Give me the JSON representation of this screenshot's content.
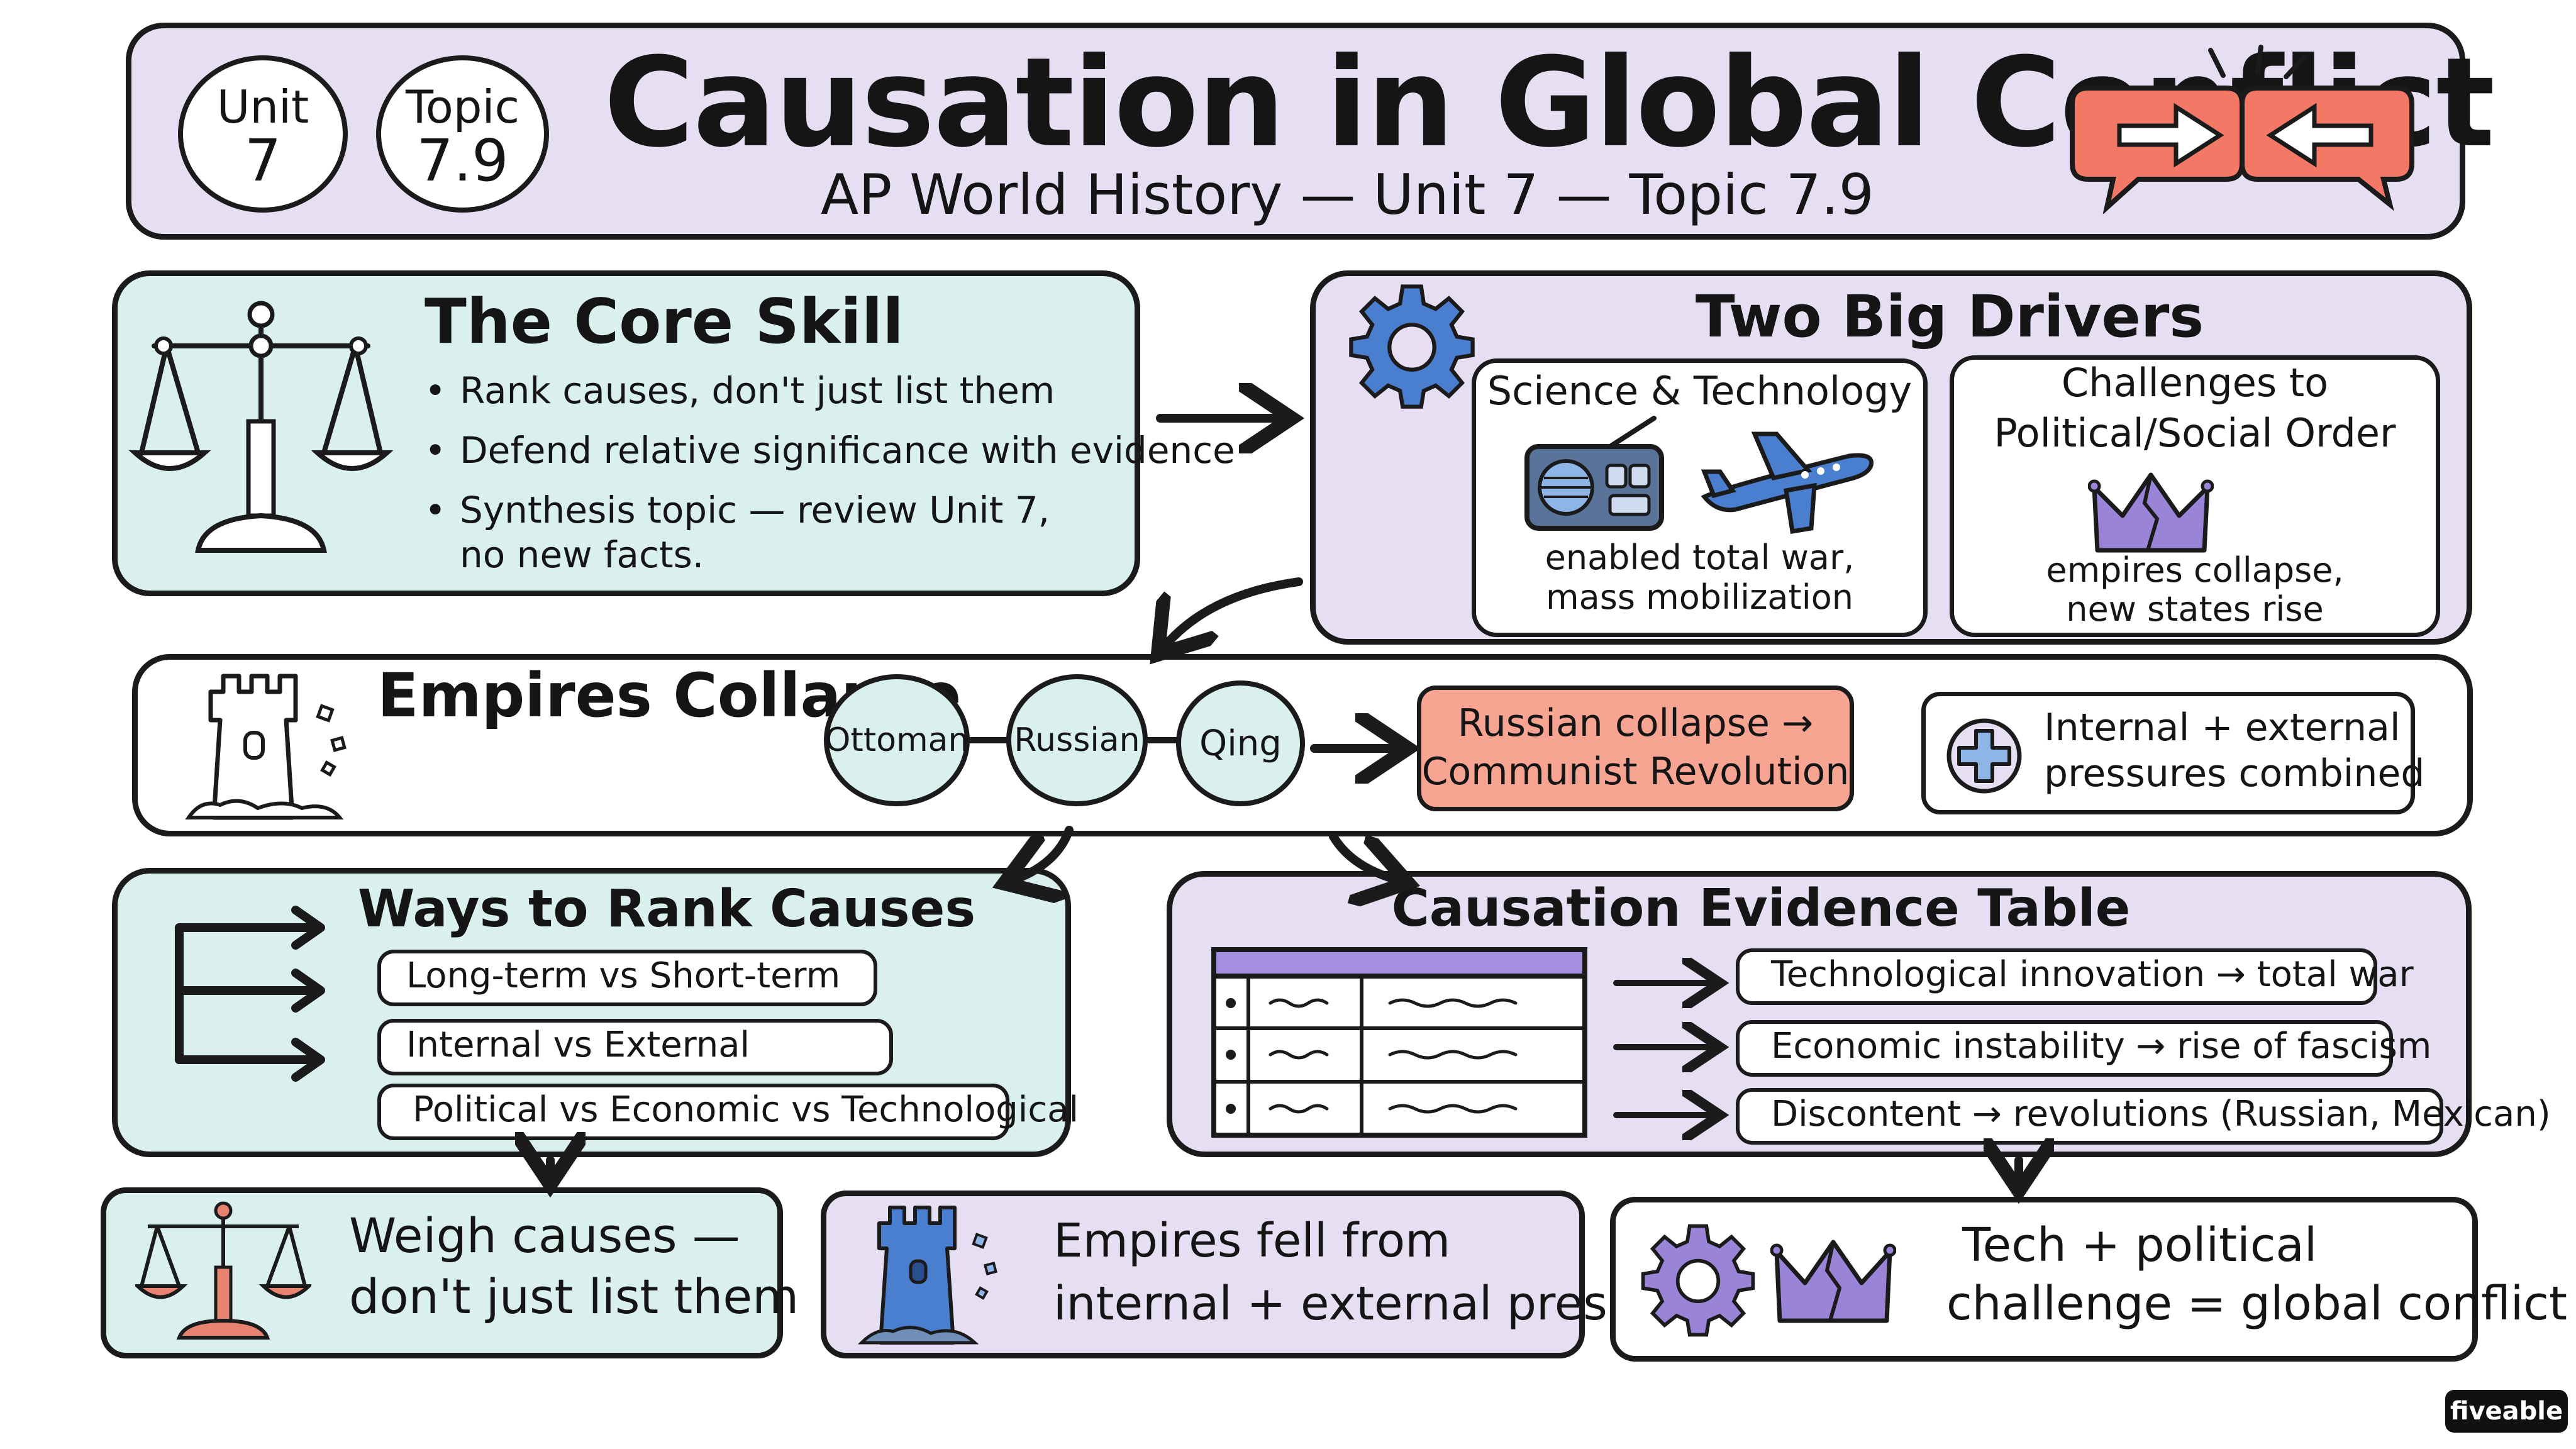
{
  "header": {
    "unit_badge": {
      "label": "Unit",
      "value": "7"
    },
    "topic_badge": {
      "label": "Topic",
      "value": "7.9"
    },
    "title": "Causation in Global Conflict",
    "subtitle": "AP World History — Unit 7 — Topic 7.9"
  },
  "core_skill": {
    "title": "The Core Skill",
    "bullets": [
      "Rank causes, don't just list them",
      "Defend relative significance with evidence",
      "Synthesis topic — review Unit 7,",
      "no new facts."
    ]
  },
  "drivers": {
    "title": "Two Big Drivers",
    "science": {
      "title": "Science & Technology",
      "caption_1": "enabled total war,",
      "caption_2": "mass mobilization"
    },
    "challenges": {
      "title_1": "Challenges to",
      "title_2": "Political/Social Order",
      "caption_1": "empires collapse,",
      "caption_2": "new states rise"
    }
  },
  "empires": {
    "title": "Empires Collapse",
    "items": [
      "Ottoman",
      "Russian",
      "Qing"
    ],
    "result_1": "Russian collapse →",
    "result_2": "Communist Revolution",
    "pressures_1": "Internal + external",
    "pressures_2": "pressures combined"
  },
  "rank": {
    "title": "Ways to Rank Causes",
    "items": [
      "Long-term vs Short-term",
      "Internal vs External",
      "Political vs Economic vs Technological"
    ]
  },
  "evidence": {
    "title": "Causation Evidence Table",
    "rows": [
      "Technological innovation → total war",
      "Economic instability → rise of fascism",
      "Discontent → revolutions (Russian, Mexican)"
    ]
  },
  "summary": {
    "weigh_1": "Weigh causes —",
    "weigh_2": "don't just list them",
    "empires_1": "Empires fell from",
    "empires_2": "internal + external pressure",
    "tech_1": "Tech + political",
    "tech_2": "challenge = global conflict"
  },
  "brand": {
    "logo": "fiveable"
  },
  "colors": {
    "lavender": "#e6def3",
    "teal": "#d9f0ee",
    "coral": "#f8a493",
    "blue": "#4a7fcf",
    "purple": "#9a84d8"
  }
}
